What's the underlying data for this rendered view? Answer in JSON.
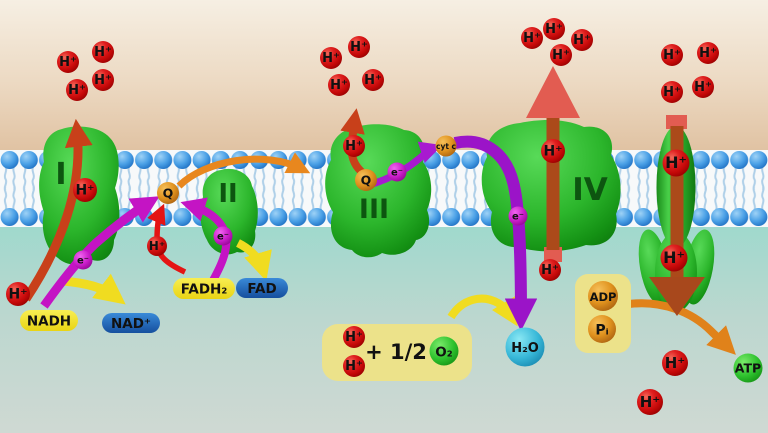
{
  "diagram": {
    "ions": {
      "proton": "H⁺",
      "electron": "e⁻"
    },
    "carriers": {
      "ubiquinone": "Q",
      "cytochrome_c": "cyt c"
    },
    "complexes": {
      "i": "I",
      "ii": "II",
      "iii": "III",
      "iv": "IV"
    },
    "molecules": {
      "nadh": "NADH",
      "nad": "NAD⁺",
      "fadh2": "FADH₂",
      "fad": "FAD",
      "plus_half": "+ 1/2",
      "o2": "O₂",
      "h2o": "H₂O",
      "adp": "ADP",
      "pi": "Pᵢ",
      "atp": "ATP"
    },
    "colors": {
      "proton_red": "#cc1111",
      "electron_magenta": "#cc1ecc",
      "carrier_orange": "#e0921e",
      "complex_green": "#2cb62c",
      "membrane_head_blue": "#4aa0e6",
      "yellow_pill": "#f0e428",
      "blue_pill": "#1e66c0",
      "reaction_box_yellow": "#ece28a",
      "h2o_cyan": "#38b8d8",
      "atp_green": "#2ec22e",
      "arrow_red": "#c8401a",
      "arrow_bright_red": "#e41414",
      "arrow_magenta": "#c414c4",
      "arrow_purple": "#9b14c8",
      "arrow_orange": "#e8871e",
      "arrow_yellow": "#f0dc20",
      "arrow_salmon": "#e25c51",
      "arrow_shaft_brown": "#ab4a1a"
    }
  }
}
